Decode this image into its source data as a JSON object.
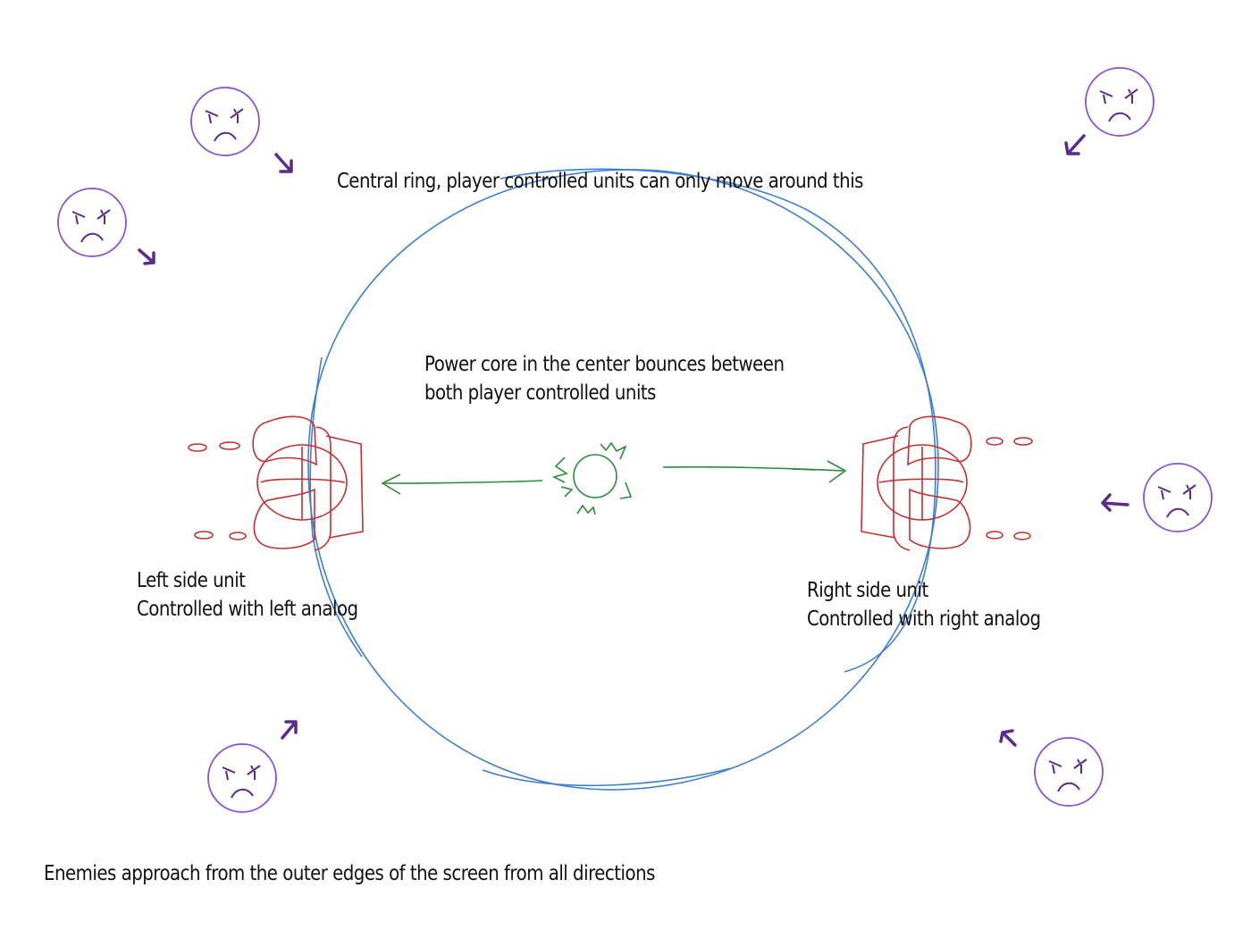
{
  "labels": {
    "ring": "Central ring, player controlled units can only move around this",
    "core_line1": "Power core in the center bounces between",
    "core_line2": "both player controlled units",
    "left_line1": "Left side unit",
    "left_line2": "Controlled with left analog",
    "right_line1": "Right side unit",
    "right_line2": "Controlled with right analog",
    "enemies": "Enemies approach from the outer edges of the screen from all directions"
  },
  "colors": {
    "ring": "#3f7fd0",
    "unit": "#c62f2f",
    "core": "#2f8a3a",
    "enemy": "#8c4fd0",
    "enemy_arrow": "#5a2a8c",
    "text": "#111111"
  },
  "icons": {
    "enemy": "angry-face-icon",
    "unit": "ship-sketch-icon",
    "core": "spark-orb-icon"
  },
  "enemy_approach_directions": [
    "down-right",
    "down-right",
    "down-left",
    "left",
    "up-right",
    "up-left"
  ]
}
